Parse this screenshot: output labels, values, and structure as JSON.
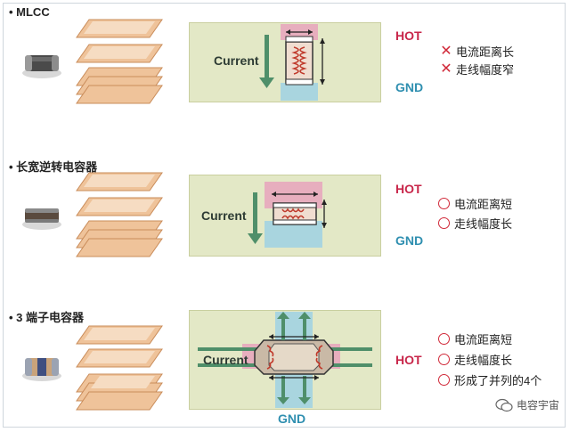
{
  "sections": [
    {
      "title": "• MLCC",
      "hot": "HOT",
      "gnd": "GND",
      "current": "Current",
      "features": [
        {
          "mark": "x",
          "text": "电流距离长"
        },
        {
          "mark": "x",
          "text": "走线幅度窄"
        }
      ]
    },
    {
      "title": "• 长宽逆转电容器",
      "hot": "HOT",
      "gnd": "GND",
      "current": "Current",
      "features": [
        {
          "mark": "o",
          "text": "电流距离短"
        },
        {
          "mark": "o",
          "text": "走线幅度长"
        }
      ]
    },
    {
      "title": "• 3 端子电容器",
      "hot": "HOT",
      "gnd": "GND",
      "current": "Current",
      "features": [
        {
          "mark": "o",
          "text": "电流距离短"
        },
        {
          "mark": "o",
          "text": "走线幅度长"
        },
        {
          "mark": "o",
          "text": "形成了并列的4个"
        }
      ]
    }
  ],
  "watermark": "电容宇宙",
  "colors": {
    "panel": "#e3e8c6",
    "panel_border": "#c9cf9f",
    "hot_pad": "#e7aebe",
    "gnd_pad": "#a9d5df",
    "arrow": "#4f8f6a",
    "layer": "#efc39a"
  }
}
